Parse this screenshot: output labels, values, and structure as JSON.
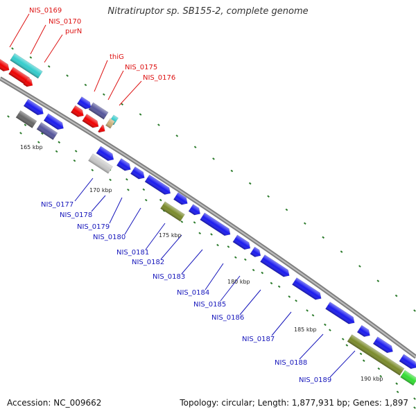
{
  "title": "Nitratiruptor sp. SB155-2, complete genome",
  "footer": {
    "accession": "Accession: NC_009662",
    "summary": "Topology: circular; Length: 1,877,931 bp; Genes: 1,897"
  },
  "colors": {
    "background": "#ffffff",
    "backbone": "#999999",
    "forward_gene": "#ee0000",
    "reverse_gene": "#1a1aee",
    "label_forward": "#dd1111",
    "label_reverse": "#1515bb",
    "tick": "#2a7a2a",
    "cyan_feature": "#33cccc",
    "olive_feature": "#7a8a2a",
    "grey_feature": "#666666",
    "light_grey_feature": "#c8c8c8",
    "slate_feature": "#55559a",
    "green_feature": "#33dd33",
    "tan_feature": "#ccb07a"
  },
  "scale_labels": [
    "165 kbp",
    "170 kbp",
    "175 kbp",
    "180 kbp",
    "185 kbp",
    "190 kbp"
  ],
  "forward_labels": [
    "NIS_0169",
    "NIS_0170",
    "purN",
    "thiG",
    "NIS_0175",
    "NIS_0176"
  ],
  "reverse_labels": [
    "NIS_0177",
    "NIS_0178",
    "NIS_0179",
    "NIS_0180",
    "NIS_0181",
    "NIS_0182",
    "NIS_0183",
    "NIS_0184",
    "NIS_0185",
    "NIS_0186",
    "NIS_0187",
    "NIS_0188",
    "NIS_0189"
  ]
}
